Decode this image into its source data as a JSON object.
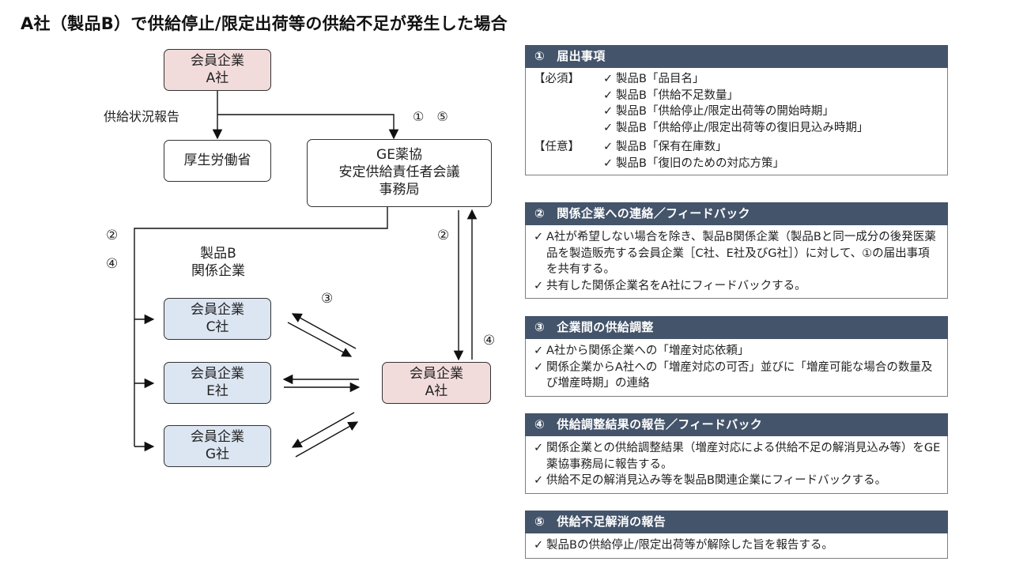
{
  "title": "A社（製品B）で供給停止/限定出荷等の供給不足が発生した場合",
  "diagram": {
    "top_company": [
      "会員企業",
      "A社"
    ],
    "report_label": "供給状況報告",
    "ministry": "厚生労働省",
    "step_labels_top": "①　⑤",
    "ge_office": [
      "GE薬協",
      "安定供給責任者会議",
      "事務局"
    ],
    "left_markers": [
      "②",
      "④"
    ],
    "group_label": [
      "製品B",
      "関係企業"
    ],
    "company_c": [
      "会員企業",
      "C社"
    ],
    "company_e": [
      "会員企業",
      "E社"
    ],
    "company_g": [
      "会員企業",
      "G社"
    ],
    "company_a": [
      "会員企業",
      "A社"
    ],
    "marker_3": "③",
    "marker_2_mid": "②",
    "marker_4_right": "④"
  },
  "panels": [
    {
      "header": "①　届出事項",
      "blocks": [
        {
          "tag": "【必須】",
          "items": [
            "製品B「品目名」",
            "製品B「供給不足数量」",
            "製品B「供給停止/限定出荷等の開始時期」",
            "製品B「供給停止/限定出荷等の復旧見込み時期」"
          ]
        },
        {
          "tag": "【任意】",
          "items": [
            "製品B「保有在庫数」",
            "製品B「復旧のための対応方策」"
          ]
        }
      ]
    },
    {
      "header": "②　関係企業への連絡／フィードバック",
      "items": [
        "A社が希望しない場合を除き、製品B関係企業（製品Bと同一成分の後発医薬品を製造販売する会員企業［C社、E社及びG社］）に対して、①の届出事項を共有する。",
        "共有した関係企業名をA社にフィードバックする。"
      ]
    },
    {
      "header": "③　企業間の供給調整",
      "items": [
        "A社から関係企業への「増産対応依頼」",
        "関係企業からA社への「増産対応の可否」並びに「増産可能な場合の数量及び増産時期」の連絡"
      ]
    },
    {
      "header": "④　供給調整結果の報告／フィードバック",
      "items": [
        "関係企業との供給調整結果（増産対応による供給不足の解消見込み等）をGE薬協事務局に報告する。",
        "供給不足の解消見込み等を製品B関連企業にフィードバックする。"
      ]
    },
    {
      "header": "⑤　供給不足解消の報告",
      "items": [
        "製品Bの供給停止/限定出荷等が解除した旨を報告する。"
      ]
    }
  ],
  "check_symbol": "✓",
  "colors": {
    "header_bg": "#44546a",
    "pink_box": "#f2dcdb",
    "blue_box": "#dce6f2"
  }
}
